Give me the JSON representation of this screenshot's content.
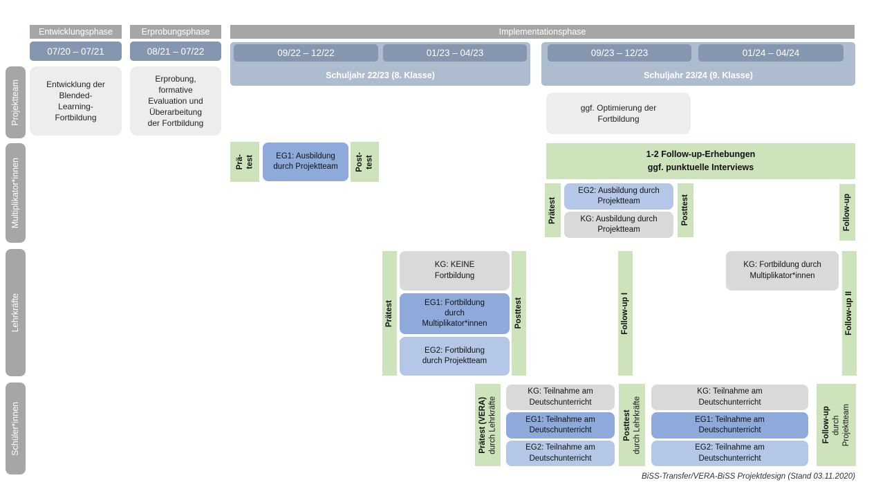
{
  "phases": {
    "entwicklung": {
      "label": "Entwicklungsphase",
      "date": "07/20 – 07/21"
    },
    "erprobung": {
      "label": "Erprobungsphase",
      "date": "08/21 – 07/22"
    },
    "implementation": {
      "label": "Implementationsphase",
      "year1": {
        "label": "Schuljahr 22/23 (8. Klasse)",
        "date1": "09/22 – 12/22",
        "date2": "01/23 – 04/23"
      },
      "year2": {
        "label": "Schuljahr 23/24 (9. Klasse)",
        "date1": "09/23 – 12/23",
        "date2": "01/24 – 04/24"
      }
    }
  },
  "row_labels": {
    "projektteam": "Projektteam",
    "multiplikatoren": "Multiplikator*innen",
    "lehrkraefte": "Lehrkräfte",
    "schueler": "Schüler*innen"
  },
  "projektteam": {
    "entwicklung_box": "Entwicklung der Blended-Learning-Fortbildung",
    "erprobung_box": "Erprobung, formative Evaluation und Überarbeitung der Fortbildung",
    "optimierung_box": "ggf. Optimierung der Fortbildung"
  },
  "multiplikatoren": {
    "praetest1_line1": "Prä-",
    "praetest1_line2": "test",
    "eg1_ausbildung": "EG1: Ausbildung durch Projektteam",
    "posttest1_line1": "Post-",
    "posttest1_line2": "test",
    "erhebungen_line1": "1-2 Follow-up-Erhebungen",
    "erhebungen_line2": "ggf. punktuelle Interviews",
    "praetest2": "Prätest",
    "eg2_ausbildung": "EG2: Ausbildung durch Projektteam",
    "kg_ausbildung": "KG: Ausbildung durch Projektteam",
    "posttest2": "Posttest",
    "followup": "Follow-up"
  },
  "lehrkraefte": {
    "praetest": "Prätest",
    "kg_keine": "KG: KEINE Fortbildung",
    "eg1_fortbildung": "EG1: Fortbildung durch Multiplikator*innen",
    "eg2_fortbildung": "EG2: Fortbildung durch Projektteam",
    "posttest": "Posttest",
    "followup1": "Follow-up I",
    "kg_fortbildung": "KG: Fortbildung durch Multiplikator*innen",
    "followup2": "Follow-up II"
  },
  "schueler": {
    "praetest_line1": "Prätest (VERA)",
    "praetest_line2": "durch  Lehrkräfte",
    "kg_teilnahme_1": "KG: Teilnahme am Deutschunterricht",
    "eg1_teilnahme_1": "EG1: Teilnahme am Deutschunterricht",
    "eg2_teilnahme_1": "EG2: Teilnahme am Deutschunterricht",
    "posttest_line1": "Posttest",
    "posttest_line2": "durch  Lehrkräfte",
    "kg_teilnahme_2": "KG: Teilnahme am Deutschunterricht",
    "eg1_teilnahme_2": "EG1: Teilnahme am Deutschunterricht",
    "eg2_teilnahme_2": "EG2: Teilnahme am Deutschunterricht",
    "followup_line1": "Follow-up",
    "followup_line2": "durch",
    "followup_line3": "Projektteam"
  },
  "footer": {
    "text": "BiSS-Transfer/VERA-BiSS Projektdesign (Stand 03.11.2020)"
  },
  "colors": {
    "phase_bar": "#a6a6a6",
    "row_label": "#a6a6a6",
    "date_bar": "#8496b0",
    "year_container": "#aebccf",
    "green": "#cde3bc",
    "blue_medium": "#8eaadb",
    "blue_light": "#b4c7e7",
    "gray_box": "#d9d9d9",
    "gray_light_box": "#ededed"
  }
}
